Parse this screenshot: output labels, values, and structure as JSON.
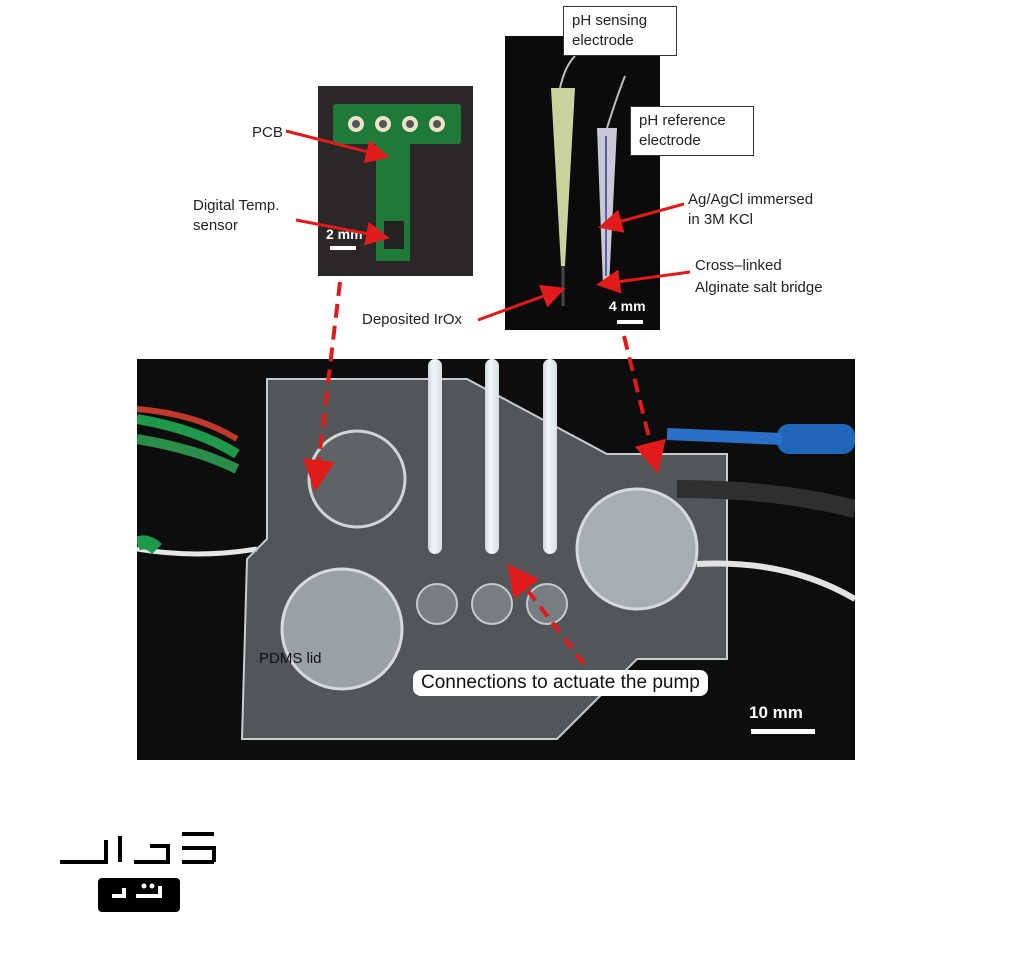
{
  "pcb_panel": {
    "scale_label": "2 mm",
    "pcb_label": "PCB",
    "sensor_label_line1": "Digital Temp.",
    "sensor_label_line2": "sensor"
  },
  "electrode_panel": {
    "sensing_line1": "pH sensing",
    "sensing_line2": "electrode",
    "reference_line1": "pH reference",
    "reference_line2": "electrode",
    "agcl_line1": "Ag/AgCl immersed",
    "agcl_line2": "in 3M KCl",
    "bridge_line1": "Cross–linked",
    "bridge_line2": "Alginate salt bridge",
    "irox_label": "Deposited IrOx",
    "scale_label": "4 mm"
  },
  "device_panel": {
    "pdms_label": "PDMS lid",
    "connections_label": "Connections to actuate the pump",
    "scale_label": "10 mm"
  },
  "logo": {
    "name": "watermark-logo"
  },
  "colors": {
    "arrow_red": "#e11b1b",
    "panel_bg": "#111111",
    "pcb_green": "#1f7a3a"
  }
}
